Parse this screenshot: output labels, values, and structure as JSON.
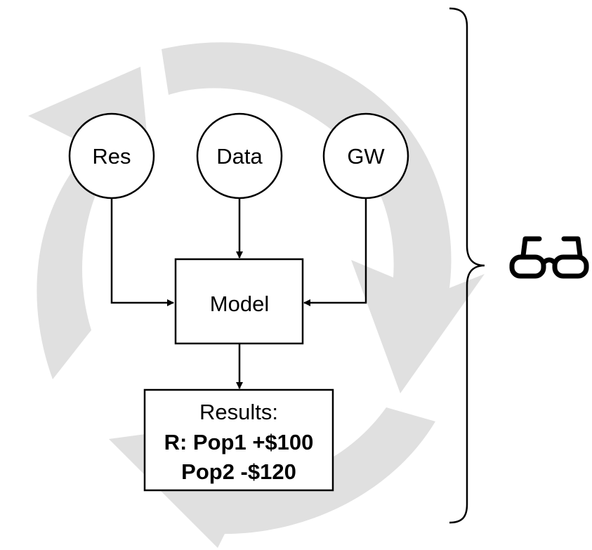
{
  "diagram": {
    "inputs": [
      {
        "label": "Res"
      },
      {
        "label": "Data"
      },
      {
        "label": "GW"
      }
    ],
    "model": {
      "label": "Model"
    },
    "results": {
      "heading": "Results:",
      "line1": "R: Pop1 +$100",
      "line2": "Pop2 -$120"
    }
  },
  "icons": {
    "glasses": "glasses-icon",
    "cycle": "refresh-cycle-icon",
    "brace": "right-curly-brace"
  },
  "colors": {
    "cycle_fill": "#e0e0e0",
    "stroke": "#000000",
    "node_fill": "#ffffff"
  }
}
